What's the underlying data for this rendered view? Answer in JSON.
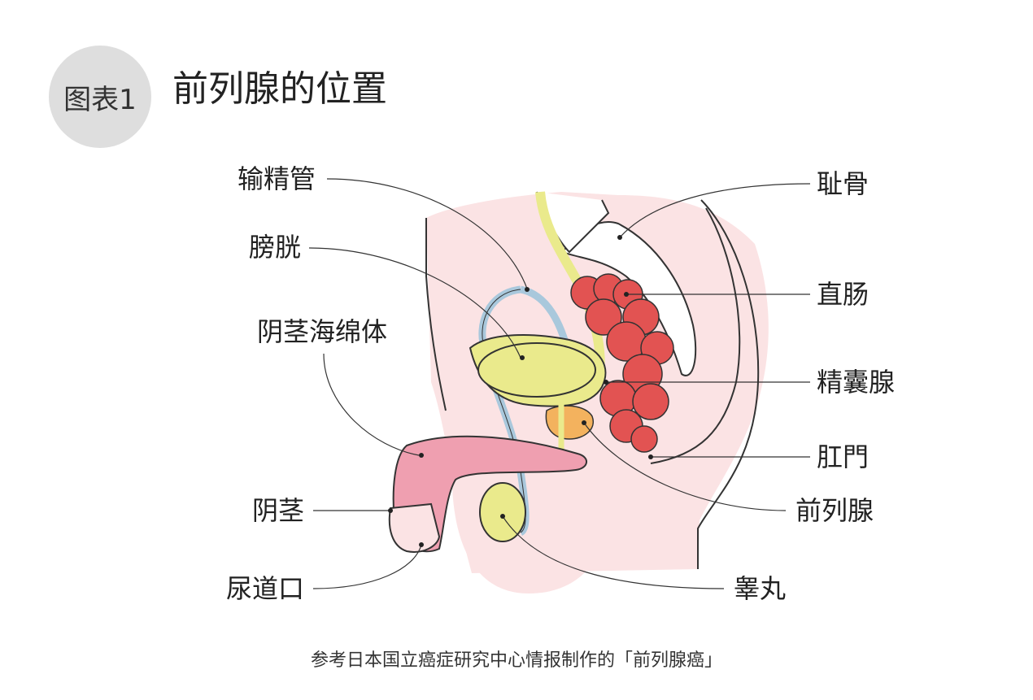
{
  "figure": {
    "badge": "图表1",
    "title": "前列腺的位置"
  },
  "labels": {
    "vas_deferens": "输精管",
    "bladder": "膀胱",
    "corpus_cavernosum": "阴茎海绵体",
    "penis": "阴茎",
    "urethral_opening": "尿道口",
    "pubic_bone": "耻骨",
    "rectum": "直肠",
    "seminal_vesicle": "精囊腺",
    "anus": "肛門",
    "prostate": "前列腺",
    "testis": "睾丸"
  },
  "caption": "参考日本国立癌症研究中心情报制作的「前列腺癌」",
  "colors": {
    "body": "#fbe3e4",
    "bladder": "#eaea8c",
    "rectum": "#e25352",
    "prostate": "#f3b25e",
    "vas": "#a9c8dc",
    "penis": "#ef9fb0",
    "outline": "#333333",
    "badge": "#dedede"
  }
}
